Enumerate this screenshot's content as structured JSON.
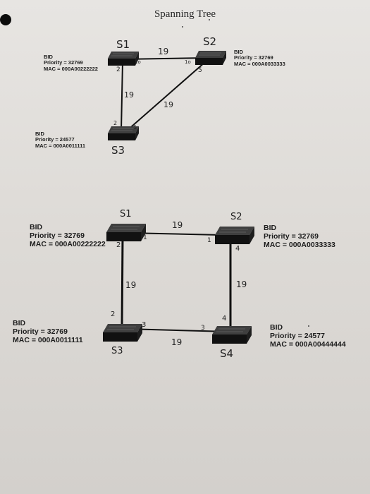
{
  "page": {
    "title": "Spanning Tree"
  },
  "diagram1": {
    "switches": [
      {
        "name": "S1",
        "bid_label": "BID",
        "priority": "Priority = 32769",
        "mac": "MAC = 000A00222222"
      },
      {
        "name": "S2",
        "bid_label": "BID",
        "priority": "Priority = 32769",
        "mac": "MAC = 000A0033333"
      },
      {
        "name": "S3",
        "bid_label": "BID",
        "priority": "Priority = 24577",
        "mac": "MAC = 000A0011111"
      }
    ],
    "link_costs": {
      "s1_s2": "19",
      "s1_s3": "19",
      "s2_s3": "19"
    },
    "ports": {
      "s1_to_s2": "1o",
      "s2_to_s1": "1o",
      "s1_to_s3": "2",
      "s3_to_s1": "2",
      "s2_to_s3": "5",
      "s3_to_s2": "5"
    }
  },
  "diagram2": {
    "switches": [
      {
        "name": "S1",
        "bid_label": "BID",
        "priority": "Priority = 32769",
        "mac": "MAC = 000A00222222"
      },
      {
        "name": "S2",
        "bid_label": "BID",
        "priority": "Priority = 32769",
        "mac": "MAC = 000A0033333"
      },
      {
        "name": "S3",
        "bid_label": "BID",
        "priority": "Priority = 32769",
        "mac": "MAC = 000A0011111"
      },
      {
        "name": "S4",
        "bid_label": "BID",
        "priority": "Priority = 24577",
        "mac": "MAC = 000A00444444"
      }
    ],
    "link_costs": {
      "s1_s2": "19",
      "s1_s3": "19",
      "s2_s4": "19",
      "s3_s4": "19"
    },
    "ports": {
      "s1_to_s2": "1",
      "s2_to_s1": "1",
      "s1_to_s3": "2",
      "s3_to_s1": "2",
      "s2_to_s4": "4",
      "s4_to_s2": "4",
      "s3_to_s4": "3",
      "s4_to_s3": "3"
    }
  }
}
